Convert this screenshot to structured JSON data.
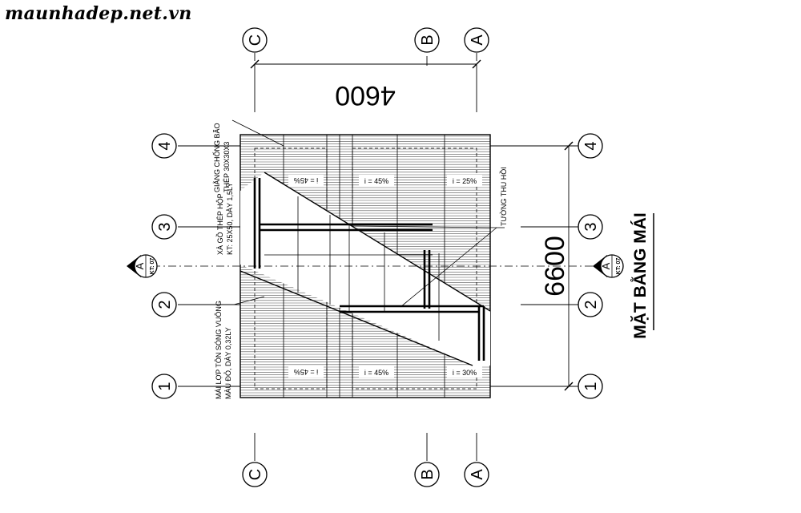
{
  "watermark": "maunhadep.net.vn",
  "drawing_title": "MẶT BẰNG MÁI",
  "dimensions": {
    "width": "4600",
    "depth": "6600"
  },
  "grid_axes": {
    "columns": [
      "C",
      "B",
      "A"
    ],
    "rows": [
      "4",
      "3",
      "2",
      "1"
    ]
  },
  "section_marker": {
    "letter": "A",
    "sheet": "KT: 07"
  },
  "slopes": {
    "top_left": "i = 45%",
    "top_mid": "i = 45%",
    "top_right": "i = 25%",
    "bottom_left": "i = 45%",
    "bottom_mid": "i = 45%",
    "bottom_right": "i = 30%"
  },
  "annotations": {
    "bracing_line1": "GIẰNG CHỐNG BÃO",
    "bracing_line2": "THÉP 30X30X3",
    "purlin_line1": "XÀ GỒ THÉP HỘP",
    "purlin_line2": "KT: 25X50, DÀY 1,5LY",
    "roof_line1": "MÁI LỢP TÔN SÓNG VUÔNG",
    "roof_line2": "MÀU ĐỎ, DÀY 0,32LY",
    "gable_wall": "TƯỜNG THU HỒI"
  },
  "colors": {
    "ink": "#000000",
    "hatch": "#555555",
    "background": "#ffffff"
  }
}
